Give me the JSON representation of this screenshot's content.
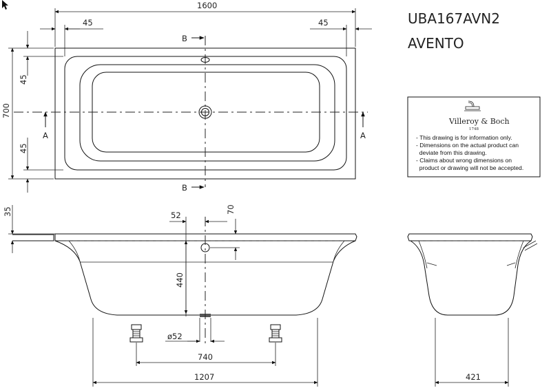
{
  "header": {
    "model": "UBA167AVN2",
    "series": "AVENTO"
  },
  "brand_box": {
    "brand_name": "Villeroy & Boch",
    "since": "1748",
    "notes": [
      "- This drawing is for information only.",
      "- Dimensions on the actual product can",
      "  deviate from this drawing.",
      "- Claims about wrong dimensions on",
      "  product or drawing will not be accepted."
    ]
  },
  "plan_view": {
    "length": "1600",
    "width": "700",
    "rim_left": "45",
    "rim_right": "45",
    "rim_top": "45",
    "rim_bottom": "45",
    "section_a_left": "A",
    "section_a_right": "A",
    "section_b_top": "B",
    "section_b_bottom": "B"
  },
  "side_view": {
    "rim_thickness": "35",
    "waste_offset": "52",
    "overflow_height": "70",
    "depth": "440",
    "waste_diameter": "ø52",
    "feet_spacing": "740",
    "base_length": "1207"
  },
  "end_view": {
    "base_width": "421"
  }
}
